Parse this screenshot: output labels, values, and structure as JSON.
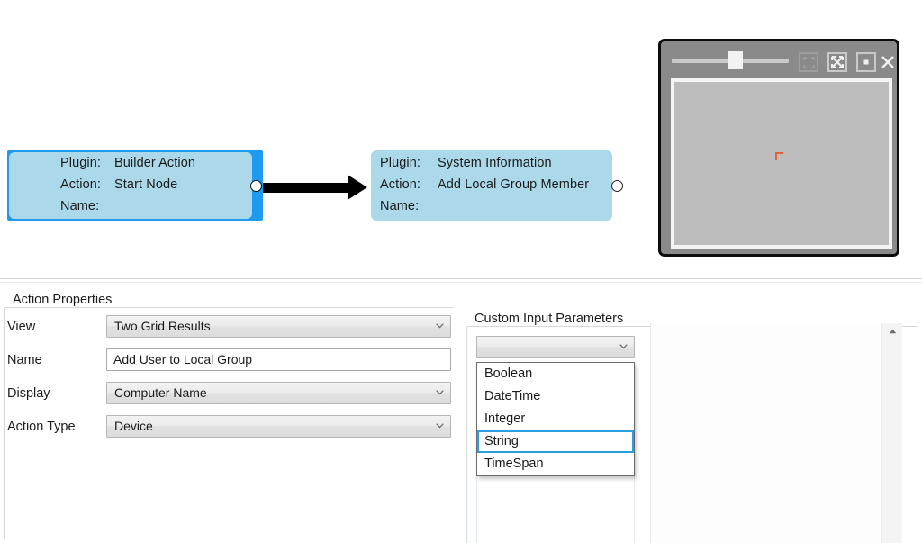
{
  "canvas": {
    "nodes": [
      {
        "id": "node-start",
        "selected": true,
        "plugin_label": "Plugin:",
        "plugin_value": "Builder Action",
        "action_label": "Action:",
        "action_value": "Start Node",
        "name_label": "Name:",
        "name_value": "",
        "fill_color": "#abd9ea",
        "selection_color": "#1e9bf0"
      },
      {
        "id": "node-sysinfo",
        "selected": false,
        "plugin_label": "Plugin:",
        "plugin_value": "System Information",
        "action_label": "Action:",
        "action_value": "Add Local Group Member",
        "name_label": "Name:",
        "name_value": "",
        "fill_color": "#abd9ea",
        "selection_color": "#abd9ea"
      }
    ],
    "connector": {
      "from": "node-start",
      "to": "node-sysinfo",
      "color": "#000000"
    }
  },
  "preview_window": {
    "title": "",
    "slider": {
      "name": "zoom-slider",
      "value": 50
    },
    "buttons": [
      {
        "name": "fit-to-screen-button",
        "icon": "fit-frame-icon",
        "enabled": false
      },
      {
        "name": "expand-button",
        "icon": "expand-arrows-icon",
        "enabled": true
      },
      {
        "name": "restore-button",
        "icon": "restore-square-icon",
        "enabled": true
      },
      {
        "name": "close-button",
        "icon": "close-x-icon",
        "enabled": true
      }
    ],
    "canvas_bg": "#bdbdbd",
    "marker_color": "#e2603a"
  },
  "action_properties": {
    "legend": "Action Properties",
    "fields": [
      {
        "label": "View",
        "control": "combobox",
        "value": "Two Grid Results",
        "name": "view"
      },
      {
        "label": "Name",
        "control": "textbox",
        "value": "Add User to Local Group",
        "name": "name"
      },
      {
        "label": "Display",
        "control": "combobox",
        "value": "Computer Name",
        "name": "display"
      },
      {
        "label": "Action Type",
        "control": "combobox",
        "value": "Device",
        "name": "action-type"
      }
    ]
  },
  "custom_input_parameters": {
    "legend": "Custom Input Parameters",
    "type_combo": {
      "value": "",
      "placeholder": ""
    },
    "dropdown_open": true,
    "dropdown_options": [
      "Boolean",
      "DateTime",
      "Integer",
      "String",
      "TimeSpan"
    ],
    "dropdown_selected": "String",
    "highlight_color": "#2a9fe0",
    "scrollbar": {
      "name": "vertical-scrollbar",
      "up_arrow": "scroll-up-arrow-icon"
    }
  }
}
